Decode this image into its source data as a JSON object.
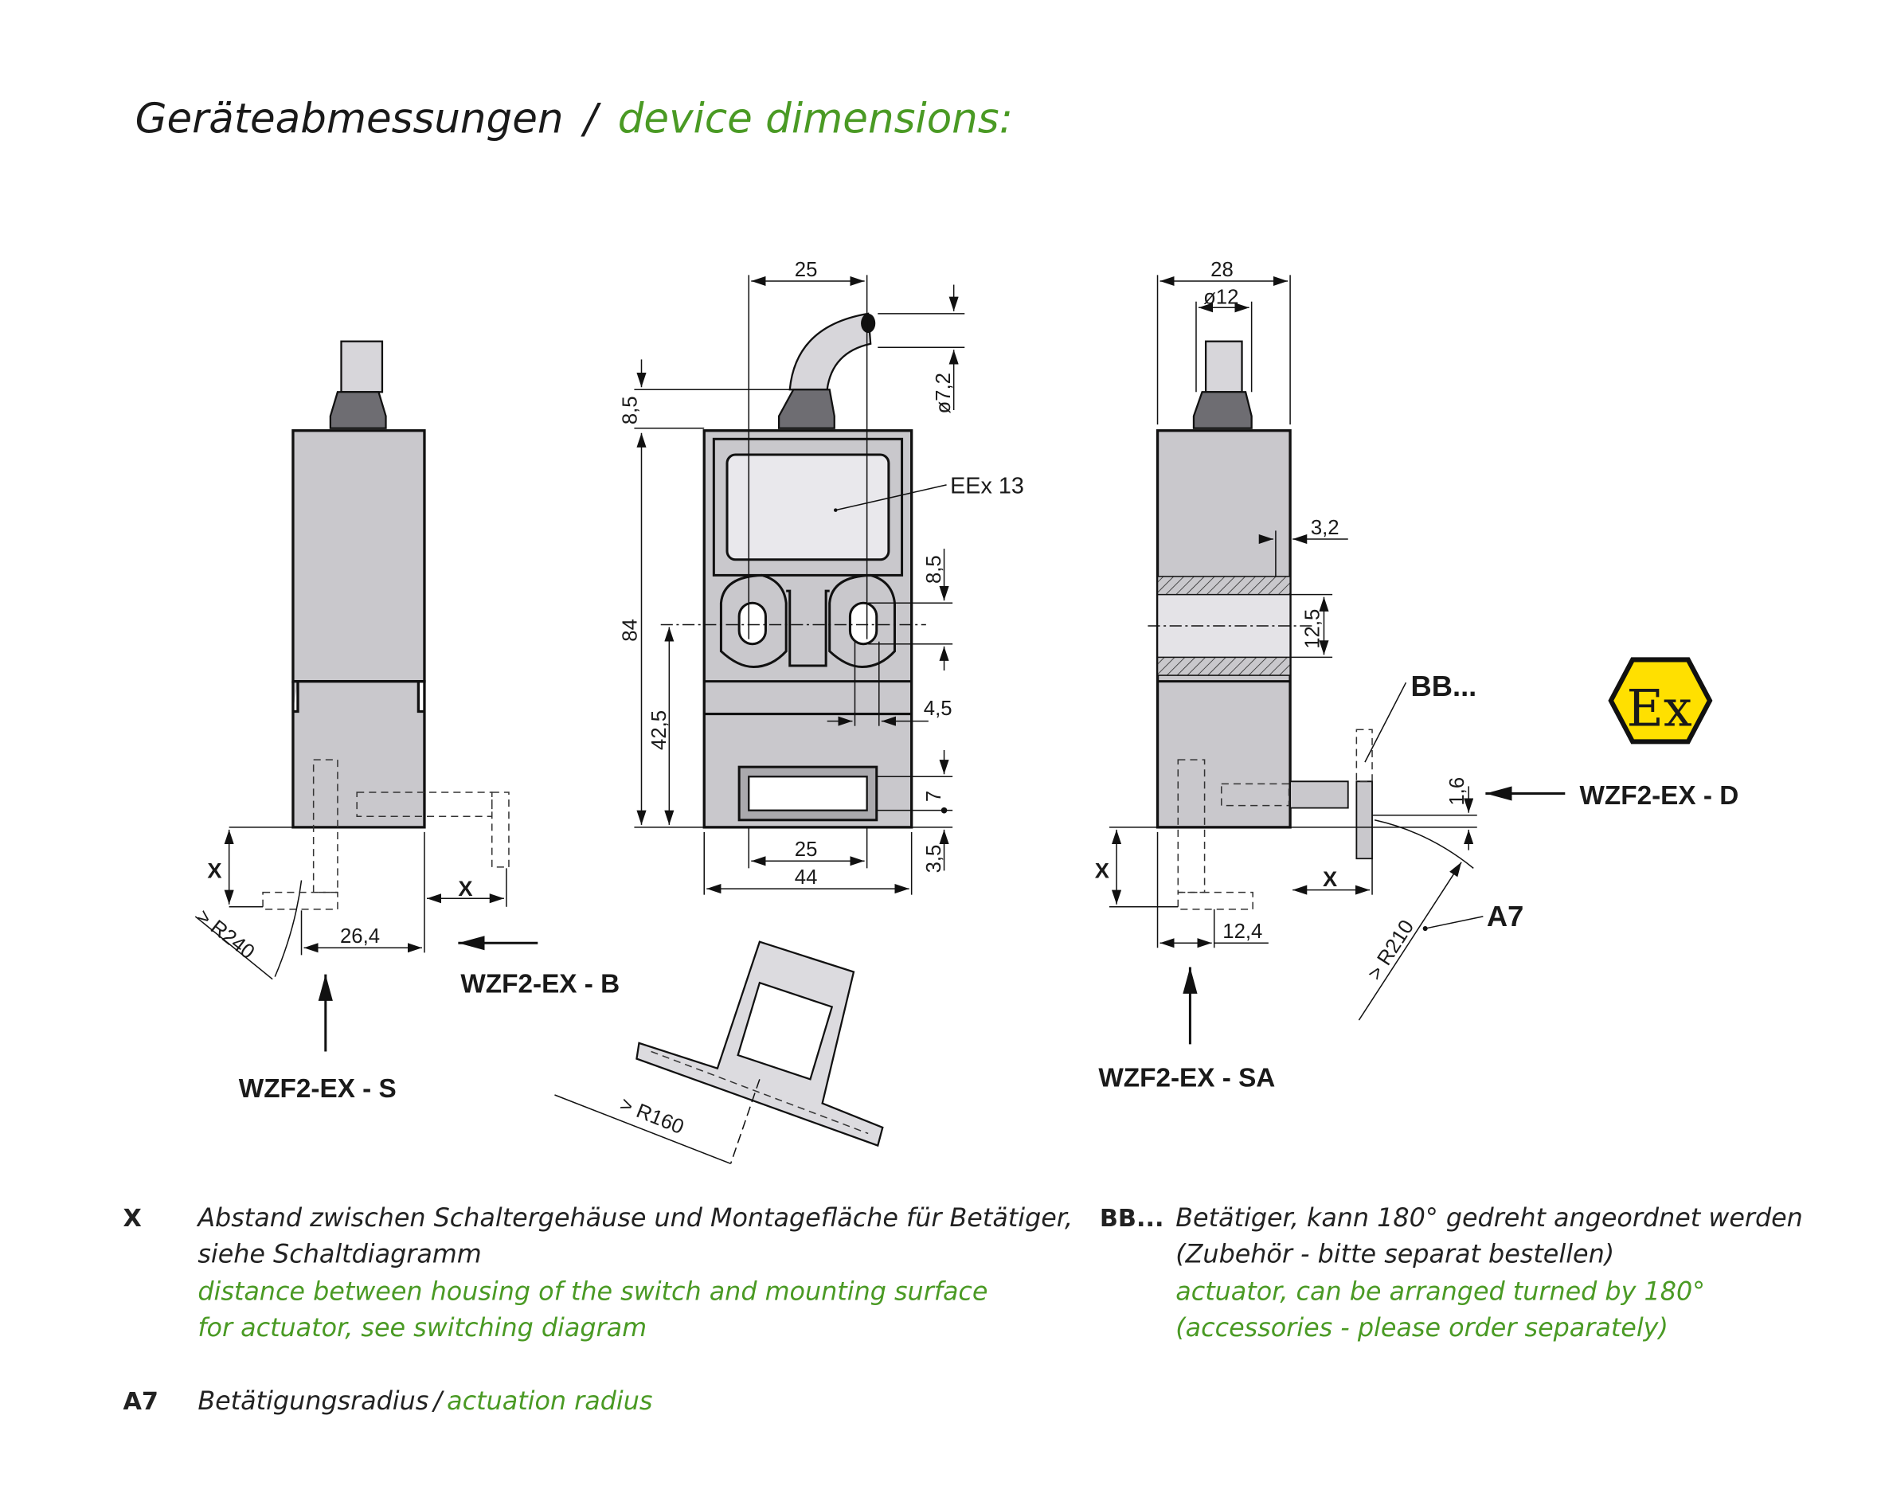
{
  "title": {
    "de": "Geräteabmessungen",
    "sep": "/",
    "en": "device dimensions:"
  },
  "colors": {
    "accent": "#4a9a24",
    "housing": "#c9c8cc",
    "gland": "#6e6d72",
    "ex_logo": "#ffe000"
  },
  "left_view": {
    "dim_x_vertical": "X",
    "dim_x_horizontal": "X",
    "dim_width": "26,4",
    "radius": "> R240",
    "label_s": "WZF2-EX - S",
    "label_b": "WZF2-EX - B"
  },
  "middle_view": {
    "dim_top": "25",
    "dim_cable_height": "8,5",
    "dim_height": "84",
    "dim_half_height": "42,5",
    "dim_cable_dia": "ø7,2",
    "label_plate": "EEx 13",
    "dim_hole_spacing": "8,5",
    "dim_hole_width": "4,5",
    "dim_slot": "7",
    "dim_slot_bottom": "3,5",
    "dim_bottom_inner": "25",
    "dim_bottom_width": "44"
  },
  "actuator_sketch": {
    "radius": "> R160"
  },
  "right_view": {
    "dim_width": "28",
    "dim_gland_dia": "ø12",
    "dim_wall": "3,2",
    "dim_bore": "12,5",
    "label_bb": "BB...",
    "dim_offset": "1,6",
    "label_d": "WZF2-EX - D",
    "dim_x_vertical": "X",
    "dim_x_horizontal": "X",
    "dim_width_bottom": "12,4",
    "radius": "> R210",
    "label_a7": "A7",
    "label_sa": "WZF2-EX - SA",
    "ex_logo_text": "Ex"
  },
  "notes": {
    "x_key": "X",
    "x_de_1": "Abstand zwischen Schaltergehäuse und Montagefläche für Betätiger,",
    "x_de_2": "siehe Schaltdiagramm",
    "x_en_1": "distance between housing of the switch and mounting surface",
    "x_en_2": "for actuator, see switching diagram",
    "bb_key": "BB...",
    "bb_de_1": "Betätiger, kann 180° gedreht angeordnet werden",
    "bb_de_2": "(Zubehör - bitte separat bestellen)",
    "bb_en_1": "actuator, can be arranged turned by 180°",
    "bb_en_2": "(accessories - please order separately)",
    "a7_key": "A7",
    "a7_de": "Betätigungsradius",
    "a7_sep": "/",
    "a7_en": "actuation radius"
  }
}
